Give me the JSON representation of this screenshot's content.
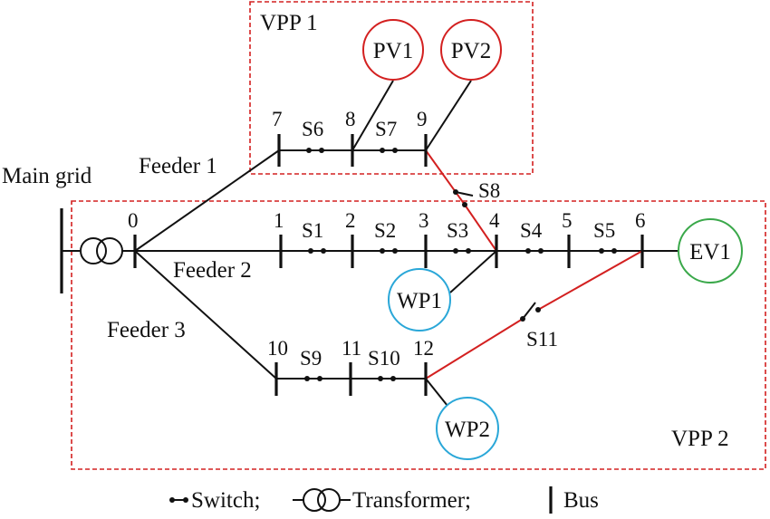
{
  "regions": {
    "vpp1": "VPP 1",
    "vpp2": "VPP 2"
  },
  "labels": {
    "main_grid": "Main grid",
    "feeder1": "Feeder 1",
    "feeder2": "Feeder 2",
    "feeder3": "Feeder 3"
  },
  "buses": [
    "0",
    "1",
    "2",
    "3",
    "4",
    "5",
    "6",
    "7",
    "8",
    "9",
    "10",
    "11",
    "12"
  ],
  "switches": [
    "S1",
    "S2",
    "S3",
    "S4",
    "S5",
    "S6",
    "S7",
    "S8",
    "S9",
    "S10",
    "S11"
  ],
  "sources": {
    "pv1": "PV1",
    "pv2": "PV2",
    "wp1": "WP1",
    "wp2": "WP2",
    "ev1": "EV1"
  },
  "colors": {
    "boundary": "#d32020",
    "pv": "#d32020",
    "wp": "#2aa7d8",
    "ev": "#3aa84a",
    "tie_line": "#d32020",
    "line": "#111111"
  },
  "legend": {
    "switch": "Switch;",
    "transformer": "Transformer;",
    "bus": "Bus"
  }
}
